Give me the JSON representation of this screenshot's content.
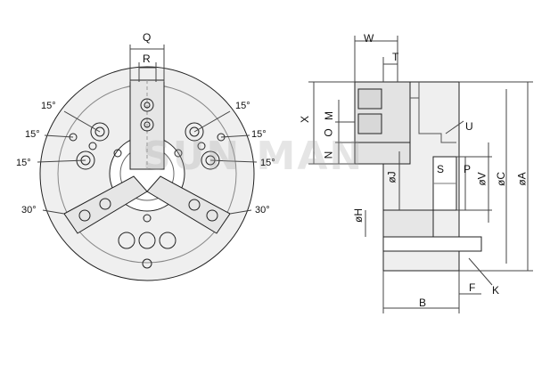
{
  "watermark": "SUN MAN",
  "front_view": {
    "top_dims": {
      "q": "Q",
      "r": "R"
    },
    "angles_left": [
      "15°",
      "15°",
      "15°",
      "30°"
    ],
    "angles_right": [
      "15°",
      "15°",
      "15°",
      "30°"
    ]
  },
  "side_view": {
    "top_dims": {
      "w": "W",
      "t": "T"
    },
    "left_dims": {
      "x": "X",
      "m": "M",
      "o": "O",
      "n": "N",
      "h": "øH",
      "j": "øJ"
    },
    "right_dims": {
      "u": "U",
      "s": "S",
      "p": "P",
      "v": "øV",
      "c": "øC",
      "a": "øA"
    },
    "bottom_dims": {
      "b": "B",
      "f": "F",
      "k": "K"
    }
  }
}
